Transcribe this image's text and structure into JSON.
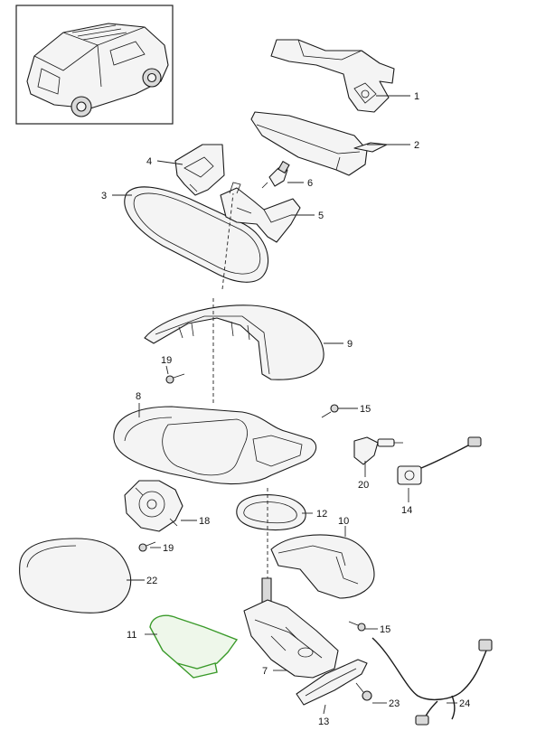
{
  "diagram": {
    "callouts": [
      {
        "id": "1",
        "label": "1"
      },
      {
        "id": "2",
        "label": "2"
      },
      {
        "id": "3",
        "label": "3"
      },
      {
        "id": "4",
        "label": "4"
      },
      {
        "id": "5",
        "label": "5"
      },
      {
        "id": "6",
        "label": "6"
      },
      {
        "id": "7",
        "label": "7"
      },
      {
        "id": "8",
        "label": "8"
      },
      {
        "id": "9",
        "label": "9"
      },
      {
        "id": "10",
        "label": "10"
      },
      {
        "id": "11",
        "label": "11"
      },
      {
        "id": "12",
        "label": "12"
      },
      {
        "id": "13",
        "label": "13"
      },
      {
        "id": "14",
        "label": "14"
      },
      {
        "id": "15a",
        "label": "15"
      },
      {
        "id": "15b",
        "label": "15"
      },
      {
        "id": "18",
        "label": "18"
      },
      {
        "id": "19a",
        "label": "19"
      },
      {
        "id": "19b",
        "label": "19"
      },
      {
        "id": "20",
        "label": "20"
      },
      {
        "id": "22",
        "label": "22"
      },
      {
        "id": "23",
        "label": "23"
      },
      {
        "id": "24",
        "label": "24"
      }
    ],
    "colors": {
      "highlight_part": "#3a9a2a",
      "line": "#1a1a1a",
      "background": "#ffffff"
    }
  }
}
